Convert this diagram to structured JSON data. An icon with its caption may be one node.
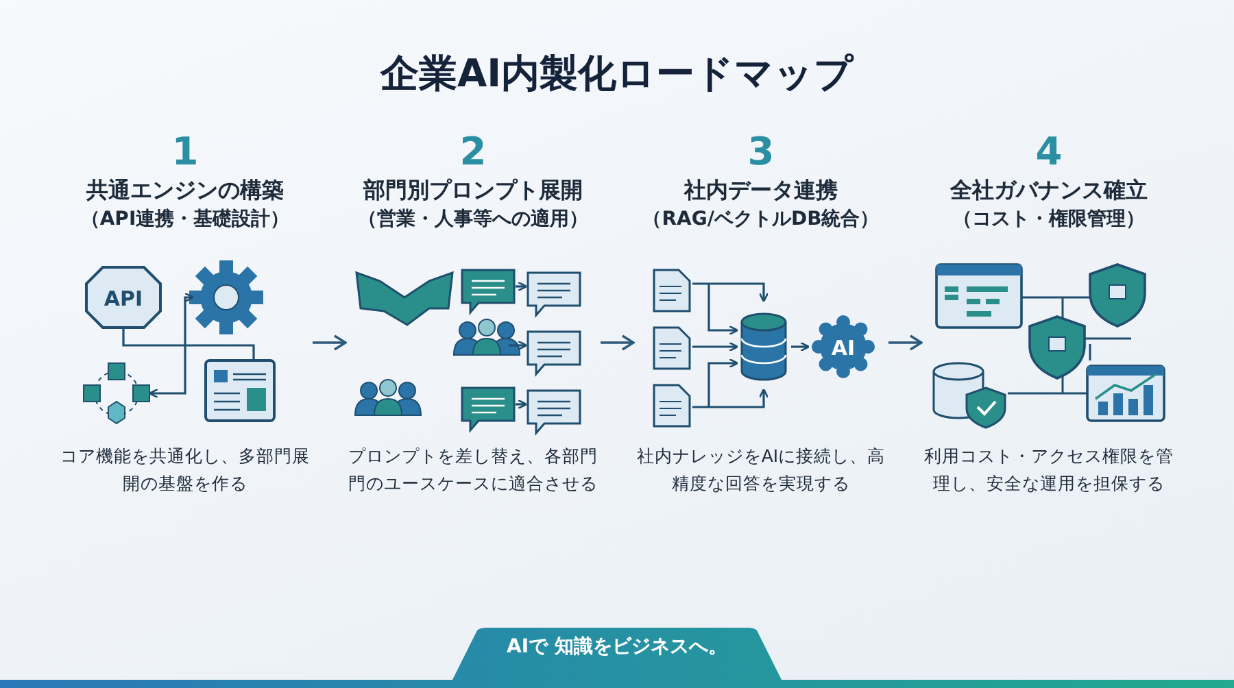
{
  "diagram": {
    "title": "企業AI内製化ロードマップ",
    "nodes": [
      {
        "text": [
          "1",
          "共通エンジンの構築",
          "（API連携・基礎設計）",
          "コア機能を共通化し、多部門展開の基盤を作る"
        ]
      },
      {
        "text": [
          "2",
          "部門別プロンプト展開",
          "（営業・人事等への適用）",
          "プロンプトを差し替え、各部門門のユースケースに適合させる"
        ]
      },
      {
        "text": [
          "3",
          "社内データ連携",
          "（RAG/ベクトルDB統合）",
          "社内ナレッジをAIに接続し、高精度な回答を実現する"
        ]
      },
      {
        "text": [
          "4",
          "全社ガバナンス確立",
          "（コスト・権限管理）",
          "利用コスト・アクセス権限を管理し、安全な運用を担保する"
        ]
      }
    ],
    "edges": [
      {
        "from": 0,
        "to": 1,
        "arrow": "to"
      },
      {
        "from": 1,
        "to": 2,
        "arrow": "to"
      },
      {
        "from": 2,
        "to": 3,
        "arrow": "to"
      }
    ],
    "labels": [
      "API",
      "AI",
      "AIで 知識をビジネスへ。"
    ]
  }
}
